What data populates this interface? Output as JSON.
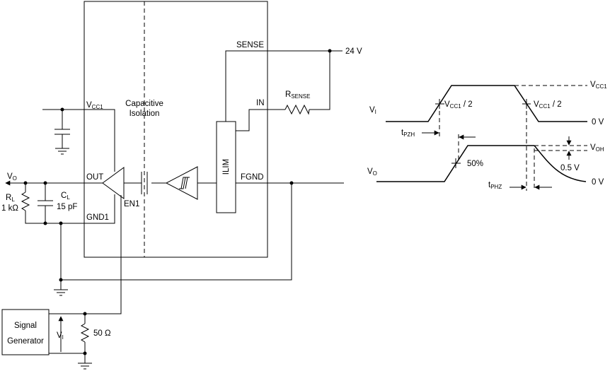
{
  "labels": {
    "sense": "SENSE",
    "supply": "24 V",
    "vcc1_pin_main": "V",
    "vcc1_pin_sub": "CC1",
    "iso_line1": "Capacitive",
    "iso_line2": "Isolation",
    "rsense_main": "R",
    "rsense_sub": "SENSE",
    "in_pin": "IN",
    "ilim": "ILIM",
    "vo_main": "V",
    "vo_sub": "O",
    "out_pin": "OUT",
    "fgnd_pin": "FGND",
    "rl_main": "R",
    "rl_sub": "L",
    "rl_value": "1 kΩ",
    "cl_main": "C",
    "cl_sub": "L",
    "cl_value": "15 pF",
    "gnd1_pin": "GND1",
    "en1_pin": "EN1",
    "sg_line1": "Signal",
    "sg_line2": "Generator",
    "vi_main": "V",
    "vi_sub": "I",
    "r50": "50 Ω"
  },
  "timing": {
    "vcc1_main": "V",
    "vcc1_sub": "CC1",
    "vi_main": "V",
    "vi_sub": "I",
    "half_a_main": "V",
    "half_a_sub": "CC1",
    "half_a_tail": " / 2",
    "half_b_main": "V",
    "half_b_sub": "CC1",
    "half_b_tail": " / 2",
    "zero_v_top": "0 V",
    "tpzh_main": "t",
    "tpzh_sub": "PZH",
    "voh_main": "V",
    "voh_sub": "OH",
    "fifty": "50%",
    "half_volt": "0.5 V",
    "vo_main": "V",
    "vo_sub": "O",
    "tphz_main": "t",
    "tphz_sub": "PHZ",
    "zero_v_bottom": "0 V"
  }
}
